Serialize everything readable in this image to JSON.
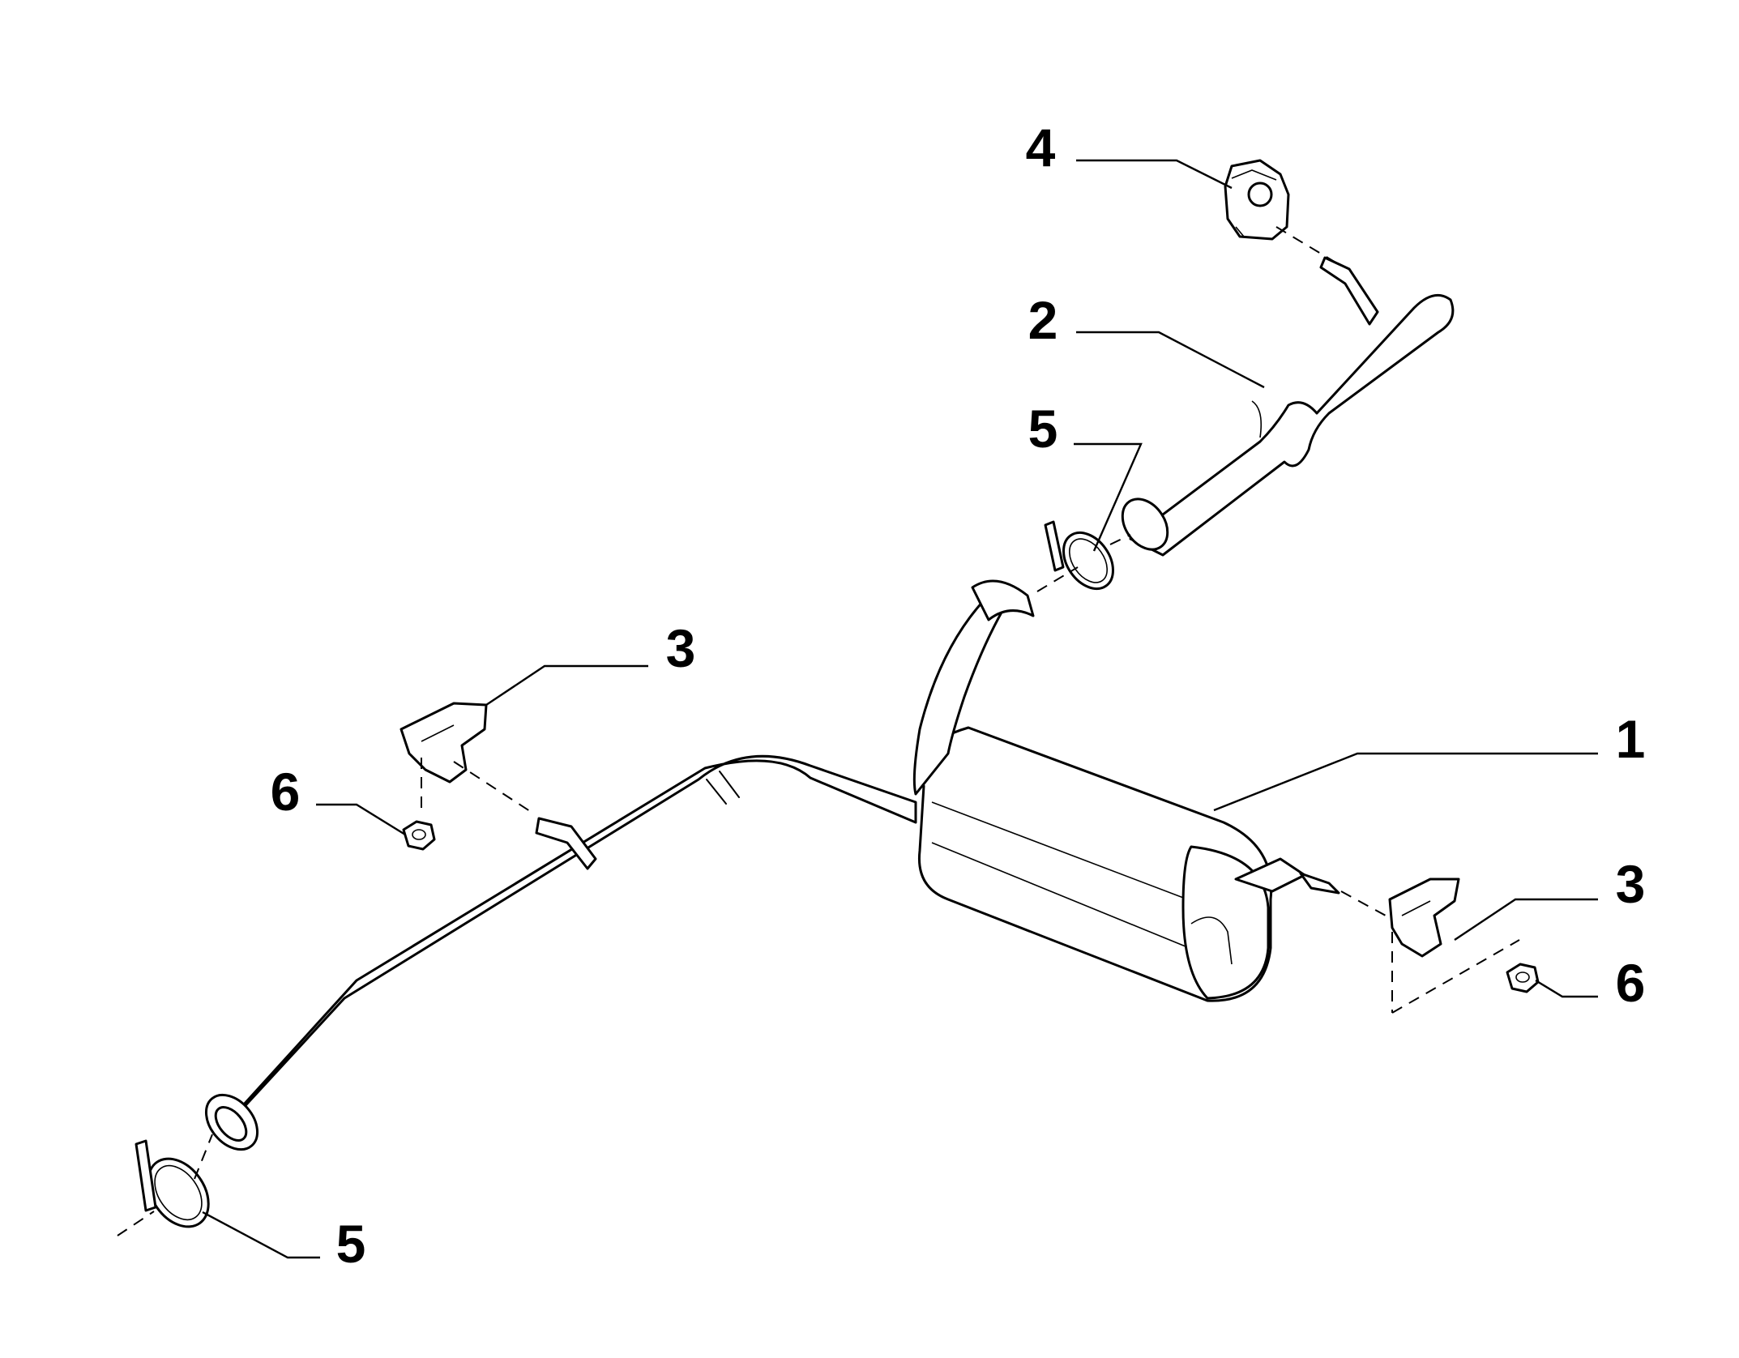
{
  "diagram": {
    "callouts": [
      {
        "id": "c1",
        "label": "1"
      },
      {
        "id": "c2",
        "label": "2"
      },
      {
        "id": "c3a",
        "label": "3"
      },
      {
        "id": "c3b",
        "label": "3"
      },
      {
        "id": "c4",
        "label": "4"
      },
      {
        "id": "c5a",
        "label": "5"
      },
      {
        "id": "c5b",
        "label": "5"
      },
      {
        "id": "c6a",
        "label": "6"
      },
      {
        "id": "c6b",
        "label": "6"
      }
    ]
  }
}
